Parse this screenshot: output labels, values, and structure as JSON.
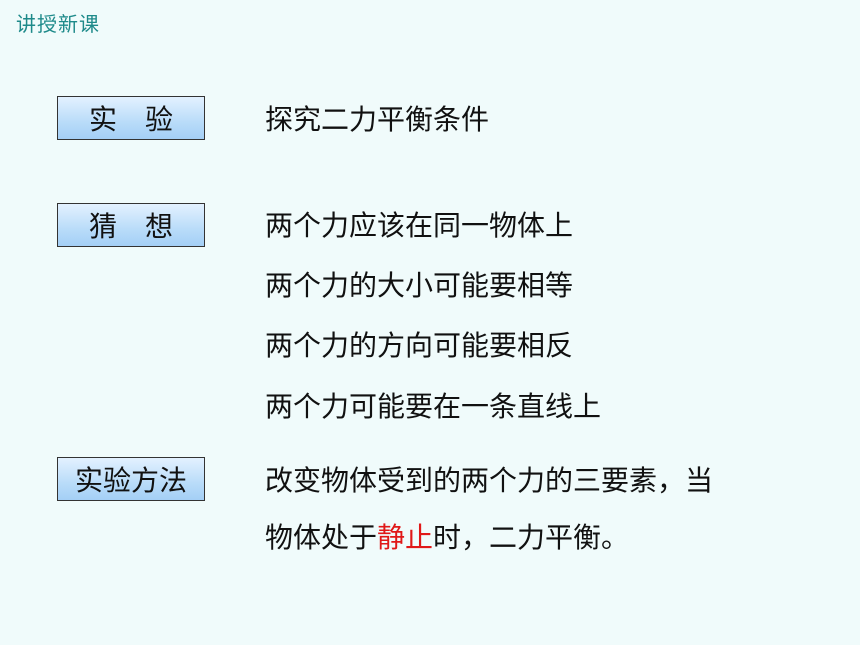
{
  "header": {
    "title": "讲授新课"
  },
  "sections": {
    "experiment": {
      "label": "实验",
      "text": "探究二力平衡条件"
    },
    "hypothesis": {
      "label": "猜想",
      "lines": [
        "两个力应该在同一物体上",
        "两个力的大小可能要相等",
        "两个力的方向可能要相反",
        "两个力可能要在一条直线上"
      ]
    },
    "method": {
      "label": "实验方法",
      "line1": "改变物体受到的两个力的三要素，当",
      "line2_before": "物体处于",
      "line2_highlight": "静止",
      "line2_after": "时，二力平衡。"
    }
  },
  "colors": {
    "header": "#1e8a8a",
    "highlight": "#e01818",
    "label_box_fill": "#b9dcf9",
    "background": "#f0fbfb"
  }
}
